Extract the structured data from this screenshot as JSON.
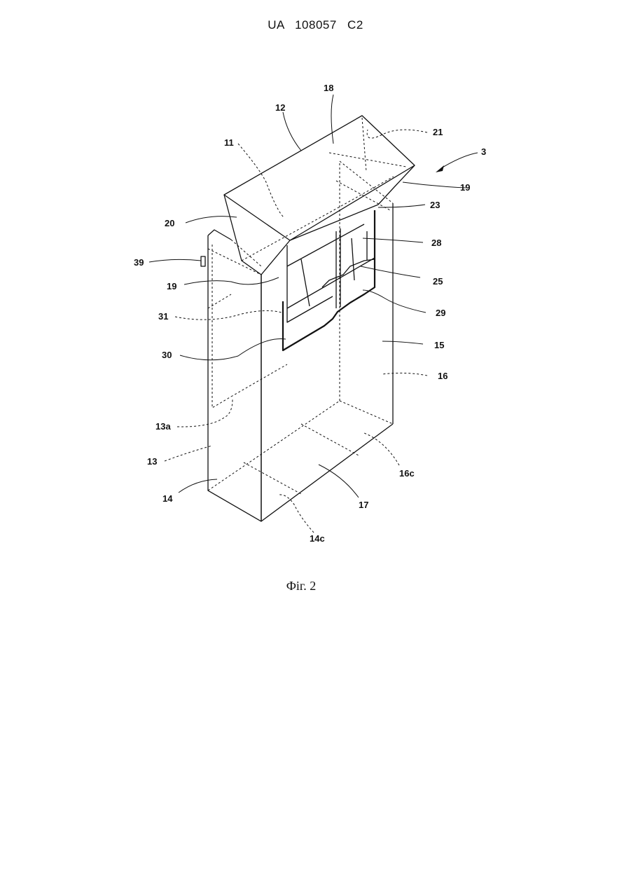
{
  "header": {
    "text": "UA   108057   C2"
  },
  "figure": {
    "caption": "Фіг. 2",
    "labels": {
      "l18": "18",
      "l12": "12",
      "l21": "21",
      "l11": "11",
      "l3": "3",
      "l19a": "19",
      "l23": "23",
      "l20": "20",
      "l28": "28",
      "l39": "39",
      "l25": "25",
      "l19b": "19",
      "l29": "29",
      "l31": "31",
      "l15": "15",
      "l30": "30",
      "l16": "16",
      "l13a": "13a",
      "l13": "13",
      "l16c": "16c",
      "l14": "14",
      "l17": "17",
      "l14c": "14c"
    }
  }
}
